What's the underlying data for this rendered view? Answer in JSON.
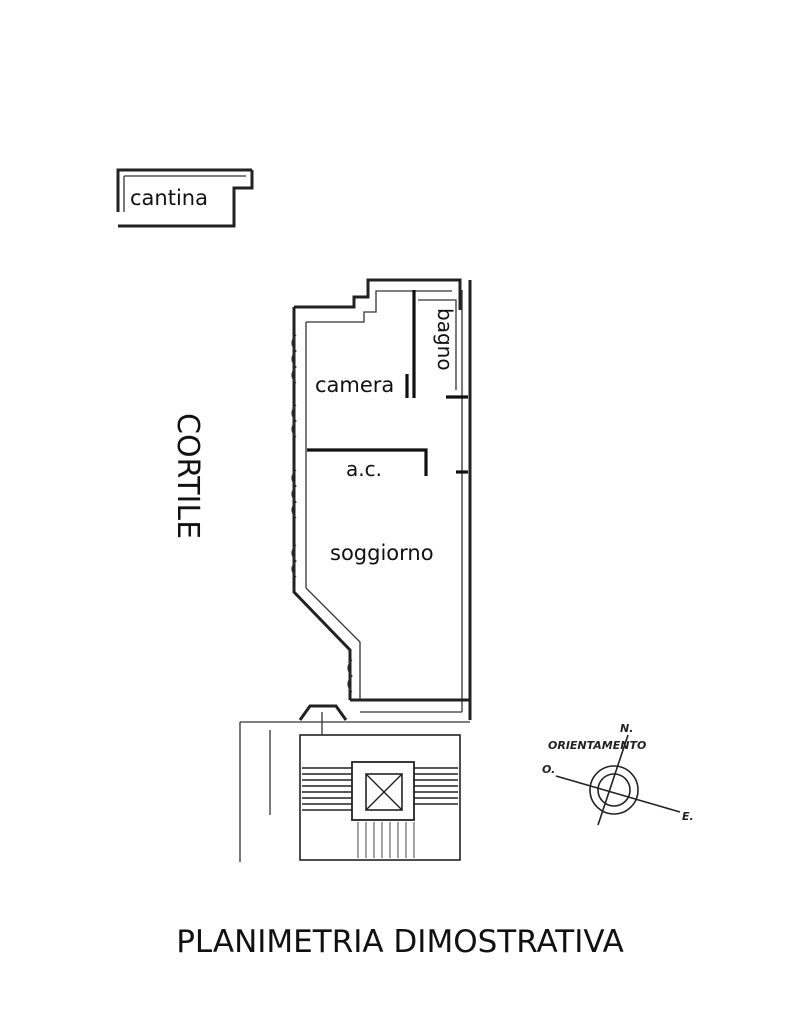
{
  "labels": {
    "cantina": "cantina",
    "bagno": "bagno",
    "camera": "camera",
    "ac": "a.c.",
    "soggiorno": "soggiorno",
    "cortile": "CORTILE",
    "title": "PLANIMETRIA DIMOSTRATIVA"
  },
  "compass": {
    "caption": "ORIENTAMENTO",
    "north": "N.",
    "west": "O.",
    "east": "E."
  }
}
